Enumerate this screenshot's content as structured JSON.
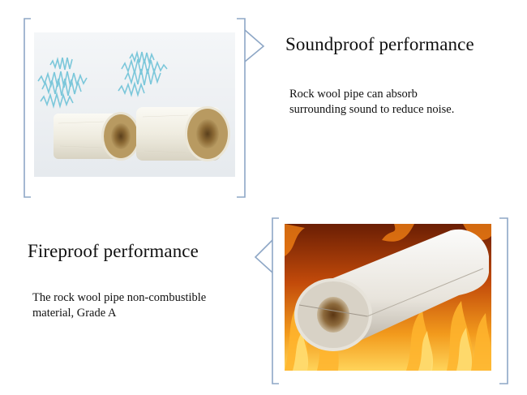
{
  "soundproof": {
    "title": "Soundproof performance",
    "description": "Rock wool pipe can absorb surrounding sound to reduce noise.",
    "image": "rock-wool-pipes-with-sound-waves"
  },
  "fireproof": {
    "title": "Fireproof performance",
    "description": "The rock wool pipe non-combustible material, Grade A",
    "image": "rock-wool-pipe-in-flames"
  },
  "colors": {
    "bracket": "#8ea7c6",
    "text": "#111111",
    "wave": "#6fc3d8",
    "pipe_outer": "#efece2",
    "pipe_core": "#a7874f",
    "flame": "#f29a1c"
  }
}
